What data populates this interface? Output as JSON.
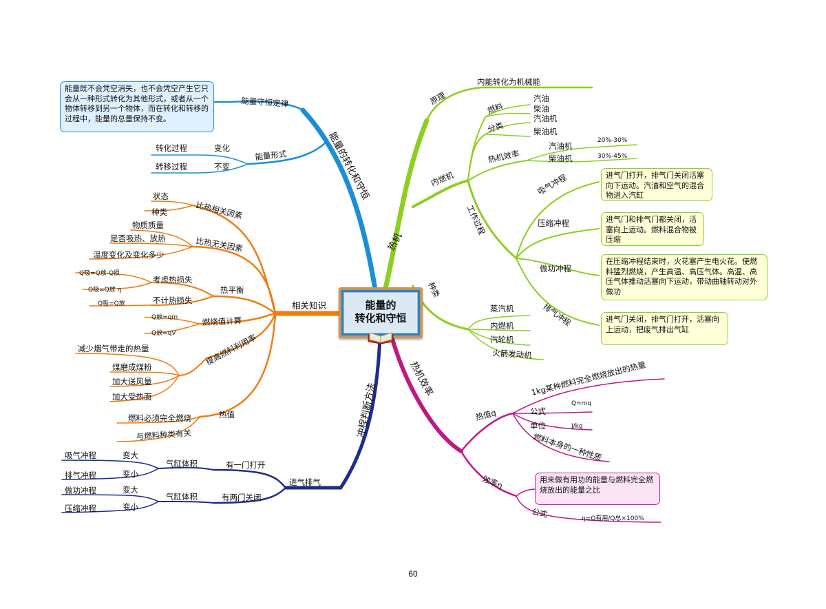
{
  "center": {
    "line1": "能量的",
    "line2": "转化和守恒"
  },
  "page_number": "60",
  "colors": {
    "cyan": "#1a8fd6",
    "green": "#8ccf1e",
    "orange": "#f07c10",
    "navy": "#1e2c8c",
    "magenta": "#c01883"
  },
  "conservation": {
    "branch": "能量的转化和守恒",
    "law": "能量守恒定律",
    "law_text": "能量既不会凭空消失，也不会凭空产生它只会从一种形式转化为其他形式，或者从一个物体转移到另一个物体，而在转化和转移的过程中，能量的总量保持不变。",
    "forms": "能量形式",
    "change": "变化",
    "change_proc": "转化过程",
    "same": "不变",
    "same_proc": "转移过程"
  },
  "knowledge": {
    "branch": "相关知识",
    "rel": "比热相关因素",
    "rel_items": [
      "状态",
      "种类"
    ],
    "unrel": "比热无关因素",
    "unrel_items": [
      "物质质量",
      "是否吸热、放热",
      "温度变化及变化多少"
    ],
    "balance": "热平衡",
    "loss": "考虑热损失",
    "loss_items": [
      "Q吸=Q放-Q损",
      "Q吸=Q放 η"
    ],
    "noloss": "不计热损失",
    "noloss_items": [
      "Q吸=Q放"
    ],
    "calc": "燃烧值计算",
    "calc_items": [
      "Q放=qm",
      "Q放=qV"
    ],
    "improve": "提高燃料利用率",
    "improve_items": [
      "减少烟气带走的热量",
      "煤磨成煤粉",
      "加大送风量",
      "加大受热面"
    ],
    "heatval": "热值",
    "heatval_items": [
      "燃料必须完全燃烧",
      "与燃料种类有关"
    ]
  },
  "strokes": {
    "branch": "冲程判断方法",
    "intake": "进气排气",
    "one": "有一门打开",
    "two": "有两门关闭",
    "volume": "气缸体积",
    "big": "变大",
    "small": "变小",
    "one_items": [
      "吸气冲程",
      "排气冲程"
    ],
    "two_items": [
      "做功冲程",
      "压缩冲程"
    ]
  },
  "engine": {
    "branch": "热机",
    "principle": "原理",
    "principle_text": "内能转化为机械能",
    "ice": "内燃机",
    "fuel": "燃料",
    "fuel_items": [
      "汽油",
      "柴油"
    ],
    "kind": "分类",
    "kind_items": [
      "汽油机",
      "柴油机"
    ],
    "eff": "热机效率",
    "eff_items": [
      {
        "name": "汽油机",
        "value": "20%-30%"
      },
      {
        "name": "柴油机",
        "value": "30%-45%"
      }
    ],
    "work": "工作过程",
    "strokes": [
      {
        "name": "吸气冲程",
        "text": "进气门打开，排气门关闭活塞向下运动。汽油和空气的混合物进入汽缸"
      },
      {
        "name": "压缩冲程",
        "text": "进气门和排气门都关闭，活塞向上运动。燃料混合物被压缩"
      },
      {
        "name": "做功冲程",
        "text": "在压缩冲程结束时，火花塞产生电火花。使燃料猛烈燃烧，产生高温、高压气体。高温、高压气体推动活塞向下运动，带动曲轴转动对外做功"
      },
      {
        "name": "排气冲程",
        "text": "进气门关闭，排气门打开，活塞向上运动，把废气排出气缸"
      }
    ],
    "types": "种类",
    "type_items": [
      "蒸汽机",
      "内燃机",
      "汽轮机",
      "火箭发动机"
    ]
  },
  "efficiency": {
    "branch": "热机效率",
    "q": "热值q",
    "q_def": "1kg某种燃料完全燃烧放出的热量",
    "formula": "公式",
    "formula_val": "Q=mq",
    "unit": "单位",
    "unit_val": "J/kg",
    "prop": "燃料本身的一种性质",
    "eta": "效率η",
    "eta_text": "用来做有用功的能量与燃料完全燃烧放出的能量之比",
    "eta_formula": "公式",
    "eta_formula_val": "η=Q有用/Q总×100%"
  }
}
